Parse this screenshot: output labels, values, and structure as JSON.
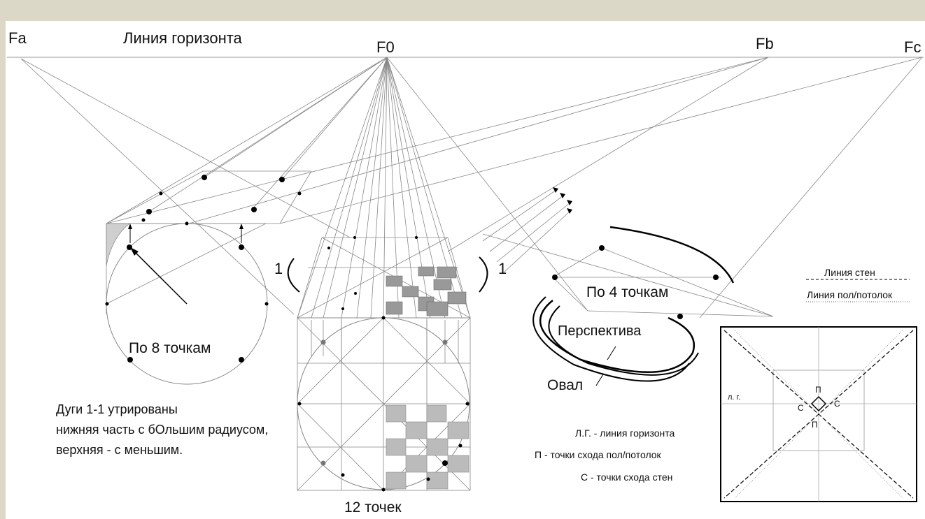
{
  "labels": {
    "fa": "Fa",
    "horizon": "Линия горизонта",
    "f0": "F0",
    "fb": "Fb",
    "fc": "Fc",
    "one_left": "1",
    "one_right": "1",
    "by8": "По 8 точкам",
    "by4": "По 4 точкам",
    "perspective": "Перспектива",
    "oval": "Овал",
    "twelve": "12 точек",
    "note_line1": "Дуги 1-1 утрированы",
    "note_line2": "нижняя часть с бОльшим радиусом,",
    "note_line3": "верхняя - с меньшим.",
    "legend_walls": "Линия стен",
    "legend_floor": "Линия пол/потолок",
    "lg": "л. г.",
    "p_top": "П",
    "p_bottom": "П",
    "c_left": "С",
    "c_right": "С",
    "legend_lg": "Л.Г. - линия горизонта",
    "legend_p": "П - точки схода пол/потолок",
    "legend_c": "С - точки схода стен"
  }
}
